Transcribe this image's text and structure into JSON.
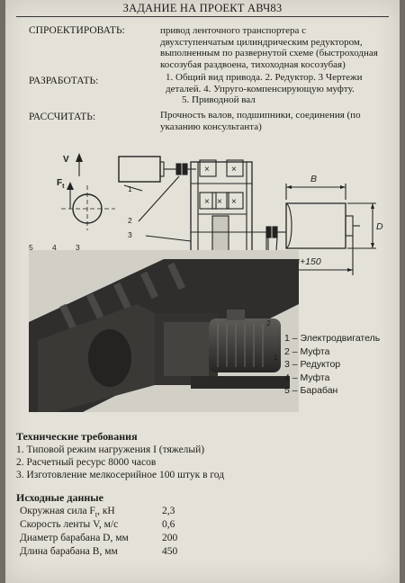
{
  "title": "ЗАДАНИЕ НА ПРОЕКТ АВЧ83",
  "design": {
    "label": "СПРОЕКТИРОВАТЬ:",
    "lines": [
      "привод ленточного транспортера с",
      "двухступенчатым цилиндрическим редуктором,",
      "выполненным по развернутой схеме (быстроходная",
      "косозубая раздвоена, тихоходная косозубая)"
    ]
  },
  "develop": {
    "label": "РАЗРАБОТАТЬ:",
    "lines": [
      "1. Общий вид привода. 2. Редуктор. 3 Чертежи",
      "деталей. 4. Упруго-компенсирующую муфту.",
      "5. Приводной вал"
    ]
  },
  "calculate": {
    "label": "РАССЧИТАТЬ:",
    "lines": [
      "Прочность валов, подшипники, соединения (по",
      "указанию консультанта)"
    ]
  },
  "diagram": {
    "v_label": "V",
    "f_label": "F",
    "f_sub": "t",
    "b_label": "B",
    "d_label": "D",
    "b150_label": "B+150",
    "callouts": [
      "1",
      "2",
      "3",
      "4",
      "5"
    ],
    "photo_callouts": [
      "5",
      "4",
      "3",
      "2",
      "1"
    ]
  },
  "legend": [
    "1 – Электродвигатель",
    "2 – Муфта",
    "3 – Редуктор",
    "4 – Муфта",
    "5 – Барабан"
  ],
  "requirements": {
    "heading": "Технические требования",
    "items": [
      "1. Типовой режим нагружения I (тяжелый)",
      "2. Расчетный ресурс 8000 часов",
      "3. Изготовление мелкосерийное 100 штук в год"
    ]
  },
  "initial_data": {
    "heading": "Исходные данные",
    "rows": [
      {
        "label": "Окружная сила F",
        "sub": "t",
        "unit": ", кН",
        "value": "2,3"
      },
      {
        "label": "Скорость ленты V, м/с",
        "value": "0,6"
      },
      {
        "label": "Диаметр барабана D, мм",
        "value": "200"
      },
      {
        "label": "Длина барабана B, мм",
        "value": "450"
      }
    ]
  }
}
